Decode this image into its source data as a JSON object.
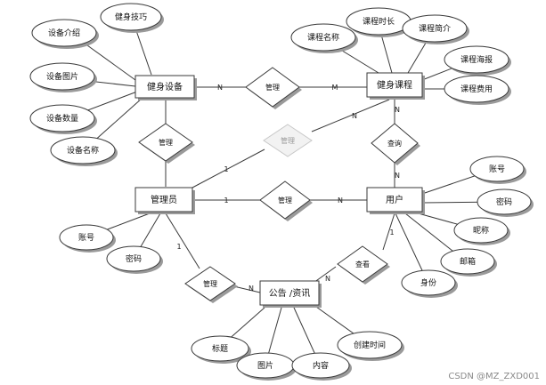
{
  "entities": {
    "equipment": "健身设备",
    "course": "健身课程",
    "admin": "管理员",
    "user": "用户",
    "notice": "公告 /资讯"
  },
  "relationships": {
    "manage_equipment_course": "管理",
    "manage_admin_equipment": "管理",
    "manage_admin_course": "管理",
    "manage_admin_user": "管理",
    "manage_admin_notice": "管理",
    "view_user_course": "查询",
    "view_user_notice": "查看"
  },
  "attributes": {
    "equipment": [
      "健身技巧",
      "设备介绍",
      "设备图片",
      "设备数量",
      "设备名称"
    ],
    "course": [
      "课程名称",
      "课程时长",
      "课程简介",
      "课程海报",
      "课程费用"
    ],
    "admin": [
      "账号",
      "密码"
    ],
    "user": [
      "账号",
      "密码",
      "昵称",
      "邮箱",
      "身份"
    ],
    "notice": [
      "标题",
      "图片",
      "内容",
      "创建时间"
    ]
  },
  "cardinalities": {
    "equipment_course_equipment": "N",
    "equipment_course_course": "M",
    "admin_course_admin": "1",
    "admin_course_course": "N",
    "admin_user_admin": "1",
    "admin_user_user": "N",
    "user_course_user": "N",
    "user_course_course": "N",
    "admin_notice_admin": "1",
    "admin_notice_notice": "N",
    "user_notice_user": "1",
    "user_notice_notice": "N"
  },
  "watermark": "CSDN @MZ_ZXD001"
}
